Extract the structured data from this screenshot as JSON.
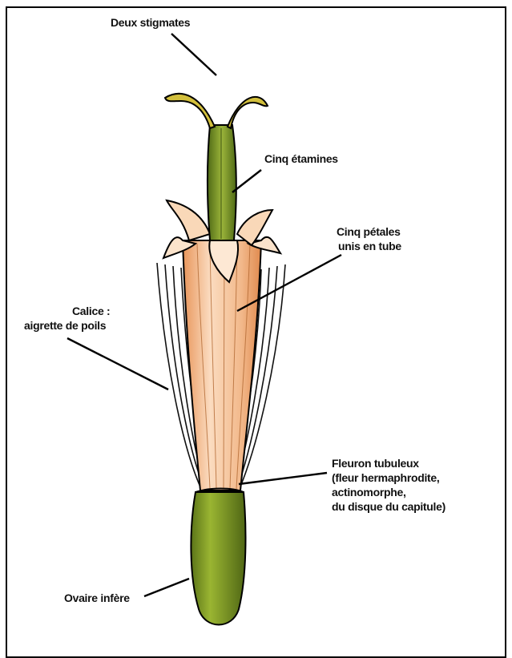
{
  "labels": {
    "stigmas": "Deux stigmates",
    "stamens": "Cinq étamines",
    "petals_line1": "Cinq pétales",
    "petals_line2": "unis en tube",
    "calyx_line1": "Calice :",
    "calyx_line2": "aigrette de poils",
    "floret_line1": "Fleuron tubuleux",
    "floret_line2": "(fleur hermaphrodite,",
    "floret_line3": "actinomorphe,",
    "floret_line4": "du disque du capitule)",
    "ovary": "Ovaire infère"
  },
  "colors": {
    "stigma": "#c8b63a",
    "style": "#6f8a23",
    "corolla_light": "#fbe0c4",
    "corolla_dark": "#e89a5e",
    "ovary": "#7d9a22",
    "ovary_dark": "#55701a",
    "hair": "#111111",
    "outline": "#000000"
  }
}
